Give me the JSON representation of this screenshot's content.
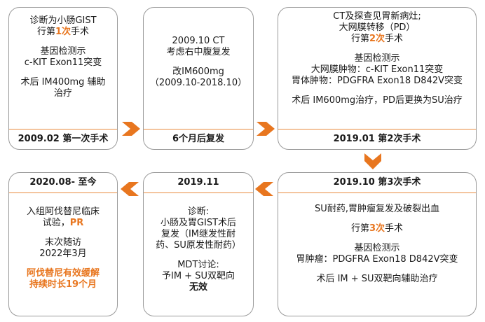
{
  "cards": {
    "c1": {
      "lines": [
        [
          {
            "t": "诊断为小肠GIST"
          }
        ],
        [
          {
            "t": "行第"
          },
          {
            "t": "1次",
            "hl": true
          },
          {
            "t": "手术"
          }
        ],
        "gap",
        [
          {
            "t": "基因检测示"
          }
        ],
        [
          {
            "t": "c-KIT Exon11突变"
          }
        ],
        "gap",
        [
          {
            "t": "术后 IM400mg 辅助"
          }
        ],
        [
          {
            "t": "治疗"
          }
        ]
      ],
      "footer": "2009.02 第一次手术"
    },
    "c2": {
      "lines": [
        [
          {
            "t": "2009.10 CT"
          }
        ],
        [
          {
            "t": "考虑右中腹复发"
          }
        ],
        "gap",
        [
          {
            "t": "改IM600mg"
          }
        ],
        [
          {
            "t": "（2009.10-2018.10）"
          }
        ]
      ],
      "footer": "6个月后复发"
    },
    "c3": {
      "lines": [
        [
          {
            "t": "CT及探查见胃新病灶;"
          }
        ],
        [
          {
            "t": "大网膜转移（PD）"
          }
        ],
        [
          {
            "t": "行第"
          },
          {
            "t": "2次",
            "hl": true
          },
          {
            "t": "手术"
          }
        ],
        "gap",
        [
          {
            "t": "基因检测示"
          }
        ],
        [
          {
            "t": "大网膜肿物：c-KIT Exon11突变"
          }
        ],
        [
          {
            "t": "胃体肿物：PDGFRA Exon18 D842V突变"
          }
        ],
        "gap",
        [
          {
            "t": "术后 IM600mg治疗，PD后更换为SU治疗"
          }
        ]
      ],
      "footer": "2019.01 第2次手术"
    },
    "c4": {
      "header": "2019.10 第3次手术",
      "lines": [
        [
          {
            "t": "SU耐药,胃肿瘤复发及破裂出血"
          }
        ],
        "gap",
        [
          {
            "t": "行第"
          },
          {
            "t": "3次",
            "hl": true
          },
          {
            "t": "手术"
          }
        ],
        "gap",
        [
          {
            "t": "基因检测示"
          }
        ],
        [
          {
            "t": "胃肿瘤：PDGFRA Exon18 D842V突变"
          }
        ],
        "gap",
        [
          {
            "t": "术后 IM + SU双靶向辅助治疗"
          }
        ]
      ]
    },
    "c5": {
      "header": "2019.11",
      "lines": [
        [
          {
            "t": "诊断:"
          }
        ],
        [
          {
            "t": "小肠及胃GIST术后"
          }
        ],
        [
          {
            "t": "复发（IM继发性耐"
          }
        ],
        [
          {
            "t": "药、SU原发性耐药）"
          }
        ],
        "gap",
        [
          {
            "t": "MDT讨论:"
          }
        ],
        [
          {
            "t": "予IM + SU双靶向"
          }
        ],
        [
          {
            "t": "无效",
            "b": true
          }
        ]
      ]
    },
    "c6": {
      "header": "2020.08- 至今",
      "lines": [
        [
          {
            "t": "入组阿伐替尼临床"
          }
        ],
        [
          {
            "t": "试验，"
          },
          {
            "t": "PR",
            "hl": true
          }
        ],
        "gap",
        [
          {
            "t": "末次随访"
          }
        ],
        [
          {
            "t": "2022年3月"
          }
        ],
        "gap",
        [
          {
            "t": "阿伐替尼有效缓解",
            "hl": true
          }
        ],
        [
          {
            "t": "持续时长19个月",
            "hl": true
          }
        ]
      ]
    }
  },
  "colors": {
    "accent": "#e8761f",
    "border": "#9a9a9a"
  },
  "icons": [
    "arrow-right-icon",
    "arrow-down-icon",
    "arrow-left-icon"
  ]
}
